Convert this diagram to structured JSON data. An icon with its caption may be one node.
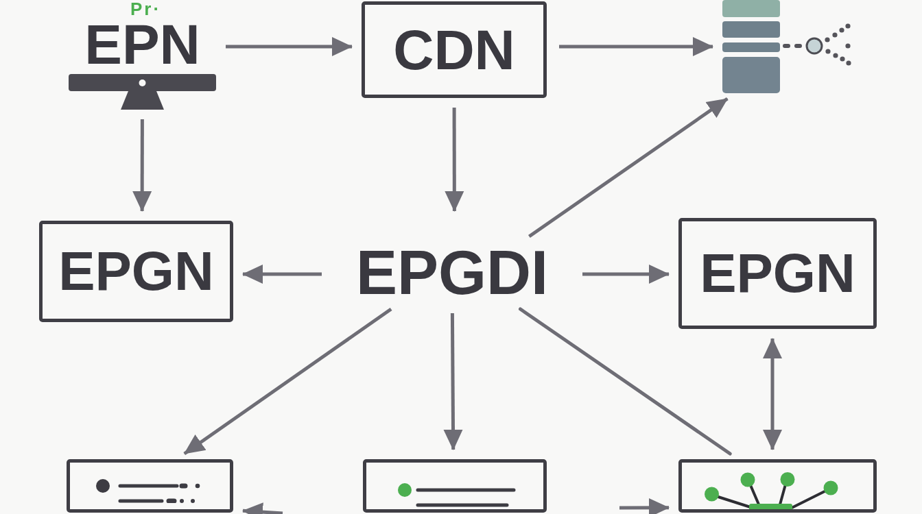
{
  "diagram": {
    "nodes": [
      {
        "text": [
          "EPN"
        ],
        "beside": [
          "Pr·"
        ]
      },
      {
        "text": [
          "CDN"
        ]
      },
      {
        "text": [],
        "shape": "picture"
      },
      {
        "text": [
          "EPGN"
        ]
      },
      {
        "text": [
          "EPGDI"
        ]
      },
      {
        "text": [
          "EPGN"
        ]
      },
      {
        "text": [],
        "shape": "box"
      },
      {
        "text": [],
        "shape": "box"
      },
      {
        "text": [],
        "shape": "box"
      }
    ],
    "edges": [
      {
        "from": 0,
        "to": 1,
        "arrow": "to"
      },
      {
        "from": 1,
        "to": 2,
        "arrow": "to"
      },
      {
        "from": 0,
        "to": 3,
        "arrow": "to"
      },
      {
        "from": 1,
        "to": 4,
        "arrow": "to"
      },
      {
        "from": 4,
        "to": 2,
        "arrow": "to"
      },
      {
        "from": 4,
        "to": 3,
        "arrow": "to"
      },
      {
        "from": 4,
        "to": 5,
        "arrow": "to"
      },
      {
        "from": 4,
        "to": 6,
        "arrow": "to"
      },
      {
        "from": 4,
        "to": 7,
        "arrow": "to"
      },
      {
        "from": 4,
        "to": 8,
        "arrow": "none"
      },
      {
        "from": 5,
        "to": 8,
        "arrow": "both"
      },
      {
        "from": null,
        "to": 6,
        "arrow": "to"
      },
      {
        "from": null,
        "to": 8,
        "arrow": "to"
      }
    ]
  }
}
